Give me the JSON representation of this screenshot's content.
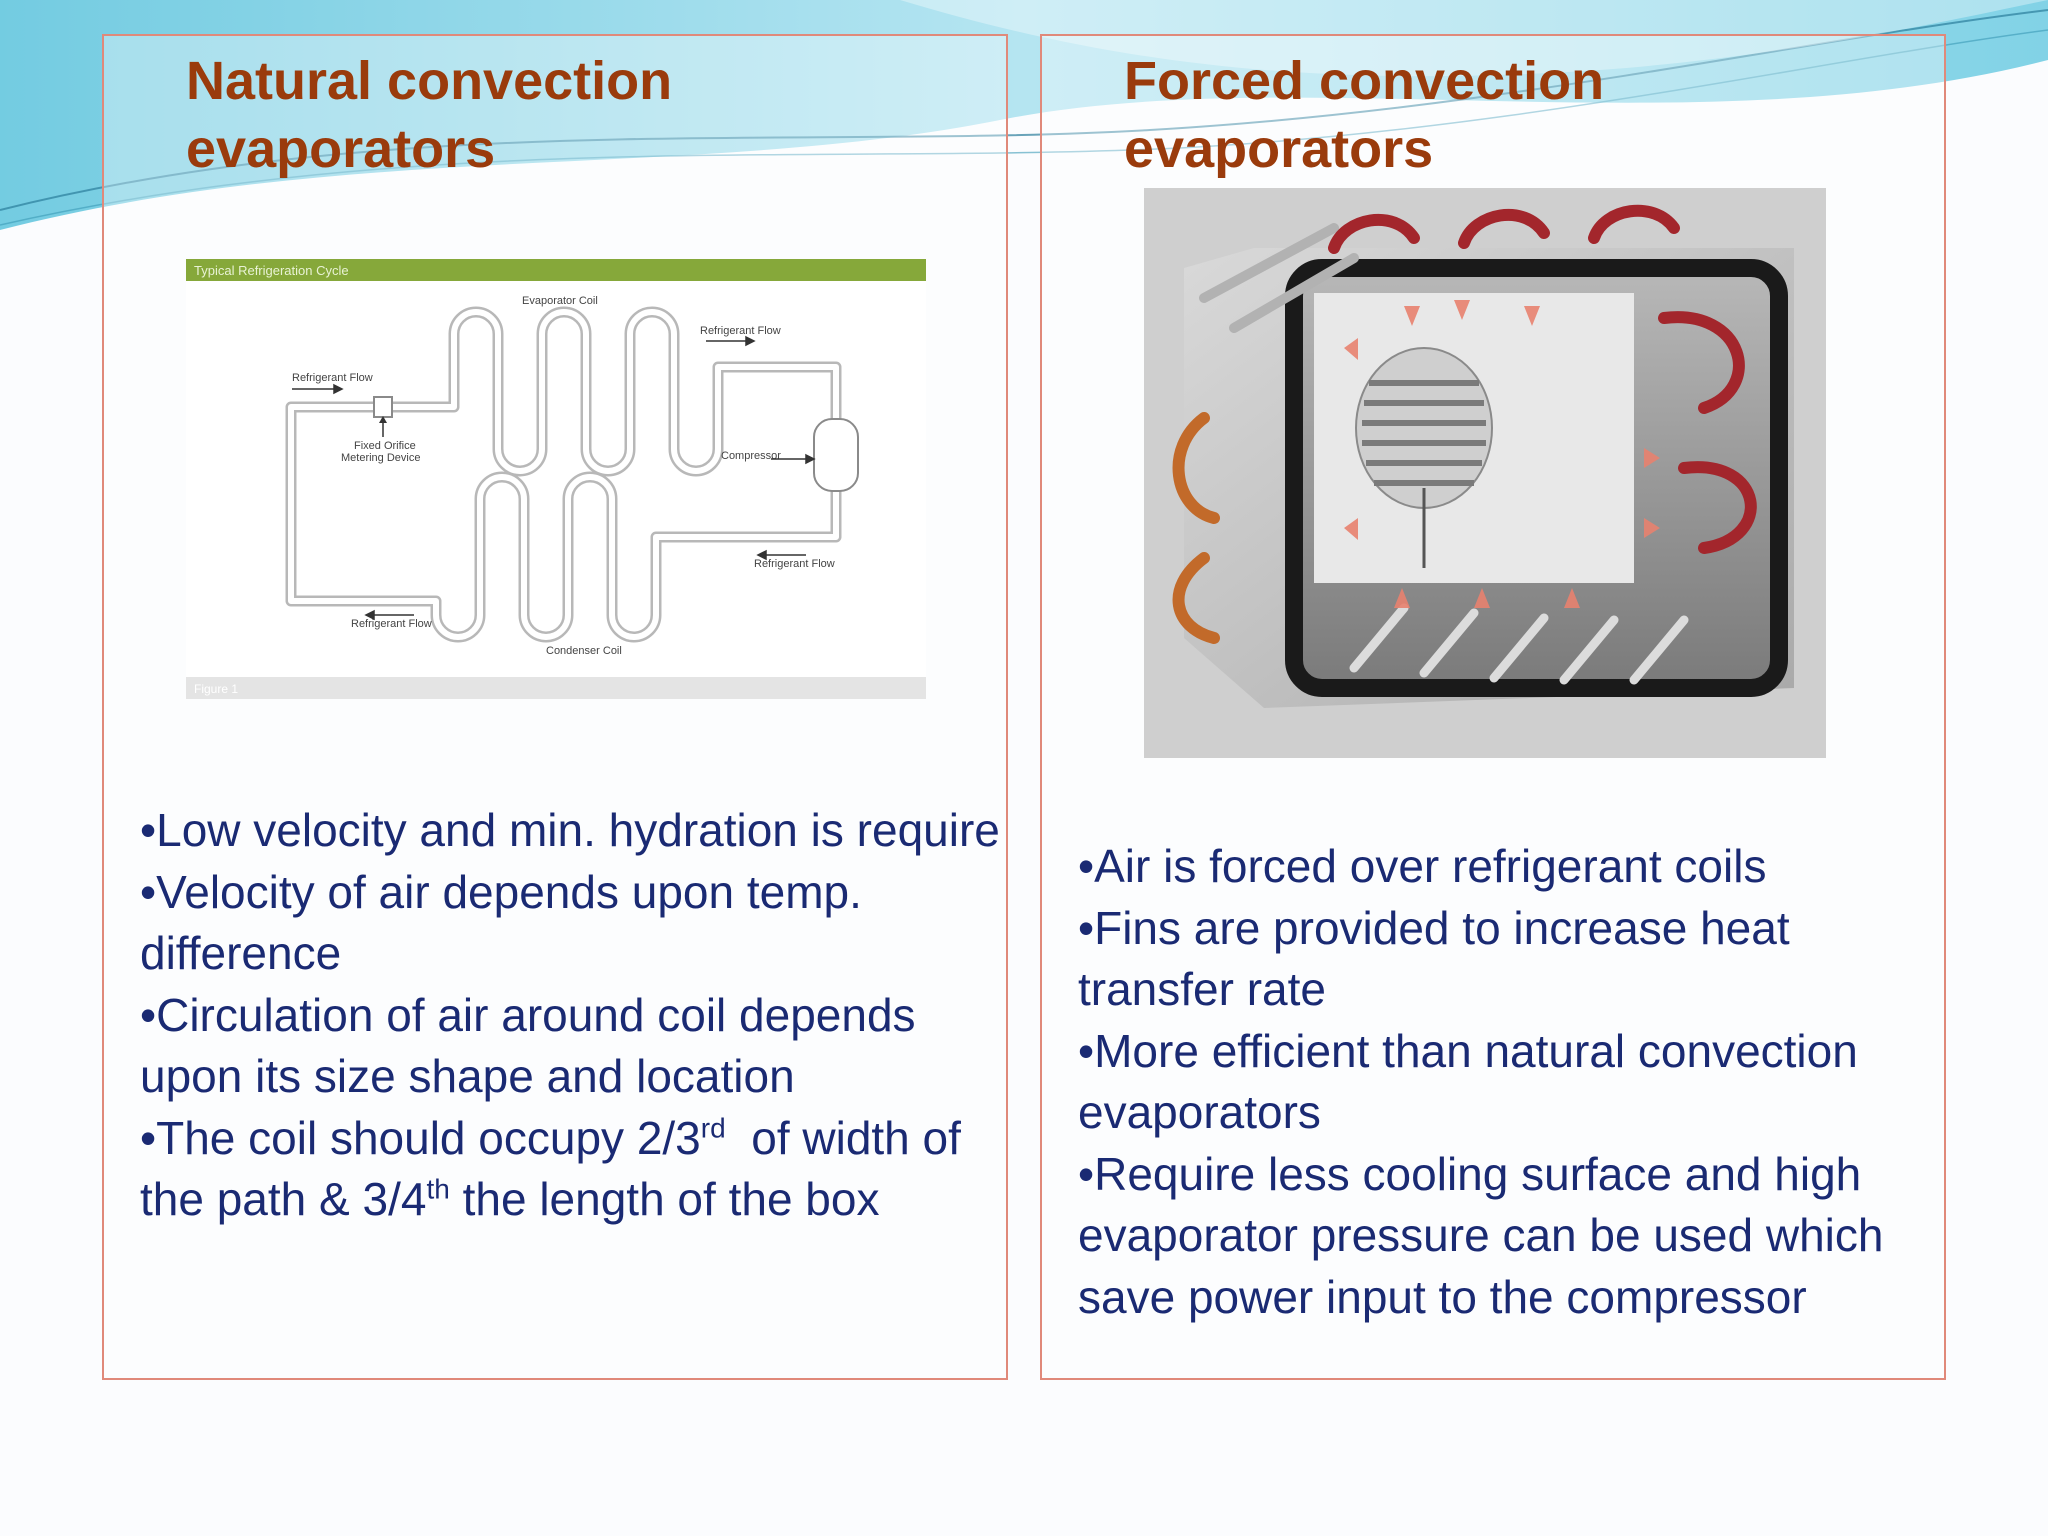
{
  "left": {
    "title": "Natural convection evaporators",
    "diagram": {
      "header": "Typical Refrigeration Cycle",
      "footer": "Figure 1",
      "labels": {
        "evaporator_coil": "Evaporator Coil",
        "refrigerant_flow": "Refrigerant Flow",
        "metering_line1": "Fixed Orifice",
        "metering_line2": "Metering Device",
        "compressor": "Compressor",
        "condenser_coil": "Condenser Coil"
      }
    },
    "bullets": {
      "b1": "•Low velocity and min. hydration is require",
      "b2": "•Velocity of air depends upon temp. difference",
      "b3": "•Circulation of air around coil depends upon its size shape and location",
      "b4_pre": "•The coil should occupy 2/3",
      "b4_sup1": "rd",
      "b4_mid": "  of width of the path & 3/4",
      "b4_sup2": "th",
      "b4_post": " the length of the box"
    }
  },
  "right": {
    "title": "Forced convection evaporators",
    "bullets": [
      "•Air is forced over refrigerant coils",
      "•Fins are provided to increase heat transfer rate",
      "•More efficient than natural convection evaporators",
      "•Require less cooling surface and high evaporator pressure can be used which save power input to the compressor"
    ]
  },
  "colors": {
    "title": "#9a3b0c",
    "body_text": "#1a2a73",
    "panel_border": "#e0897a",
    "wave": "#5bc3dc",
    "diagram_header": "#86a83a"
  }
}
